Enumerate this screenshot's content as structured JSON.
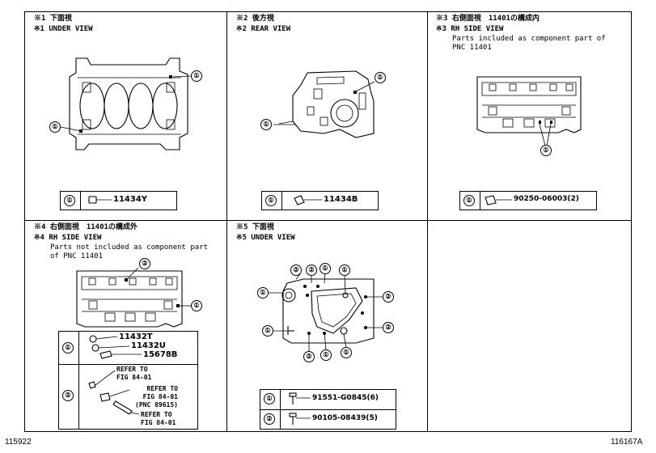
{
  "panels": {
    "p1": {
      "heading_jp": "※1 下面視",
      "heading_en": "※1 UNDER VIEW",
      "callouts": [
        "①",
        "①"
      ],
      "legend": {
        "num": "①",
        "part": "11434Y"
      }
    },
    "p2": {
      "heading_jp": "※2 後方視",
      "heading_en": "※2 REAR VIEW",
      "callouts": [
        "①",
        "①"
      ],
      "legend": {
        "num": "①",
        "part": "11434B"
      }
    },
    "p3": {
      "heading_jp": "※3 右側面視　11401の構成内",
      "heading_en": "※3 RH SIDE VIEW",
      "note": "Parts included as component part of\nPNC 11401",
      "callouts": [
        "①"
      ],
      "legend": {
        "num": "①",
        "part": "90250-06003(2)"
      }
    },
    "p4": {
      "heading_jp": "※4 右側面視　11401の構成外",
      "heading_en": "※4 RH SIDE VIEW",
      "note": "Parts not included as component part\nof PNC 11401",
      "callouts": [
        "②",
        "①"
      ],
      "legend": {
        "num1": "①",
        "parts1": [
          "11432T",
          "11432U",
          "15678B"
        ],
        "num2": "②",
        "refs": [
          "REFER TO\nFIG 84-01",
          "REFER TO\nFIG 84-01\n(PNC 89615)",
          "REFER TO\nFIG 84-01"
        ]
      }
    },
    "p5": {
      "heading_jp": "※5 下面視",
      "heading_en": "※5 UNDER VIEW",
      "callouts_top": [
        "②",
        "②",
        "①",
        "①"
      ],
      "callouts_left": [
        "①",
        "①"
      ],
      "callouts_right": [
        "②",
        "②"
      ],
      "callouts_bottom": [
        "②",
        "①",
        "①"
      ],
      "legend": {
        "num1": "①",
        "part1": "91551-G0845(6)",
        "num2": "②",
        "part2": "90105-08439(5)"
      }
    }
  },
  "footer": {
    "left": "115922",
    "right": "116167A"
  }
}
